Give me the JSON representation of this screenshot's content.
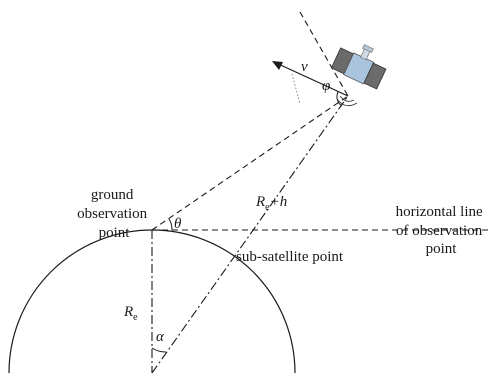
{
  "labels": {
    "ground_observation_point": [
      "ground",
      "observation",
      "point"
    ],
    "horizontal_line_of_observation_point": [
      "horizontal line",
      "of observation",
      "point"
    ],
    "sub_satellite_point": "sub-satellite point"
  },
  "symbols": {
    "velocity": "v",
    "phi": "φ",
    "theta": "θ",
    "alpha": "α",
    "orbit_radius_R": "R",
    "orbit_radius_sub": "e",
    "orbit_radius_suffix": "+h",
    "earth_radius_R": "R",
    "earth_radius_sub": "e"
  },
  "colors": {
    "line": "#1a1a1a",
    "dotted": "#888888",
    "panel": "#6b6b6b",
    "body": "#a9c4dc"
  }
}
